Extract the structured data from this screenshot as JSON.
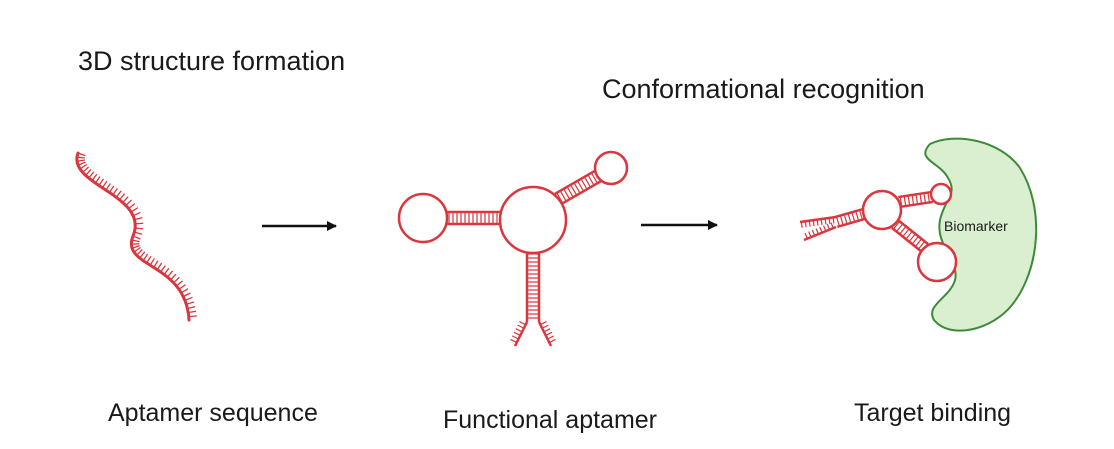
{
  "headings": {
    "formation": "3D structure formation",
    "recognition": "Conformational recognition"
  },
  "captions": {
    "sequence": "Aptamer sequence",
    "functional": "Functional aptamer",
    "binding": "Target binding"
  },
  "target": {
    "label": "Biomarker"
  },
  "colors": {
    "aptamer": "#d9363e",
    "target_fill": "#d9efcf",
    "target_stroke": "#3f8a3a",
    "arrow": "#111111",
    "text": "#1a1a1a"
  }
}
